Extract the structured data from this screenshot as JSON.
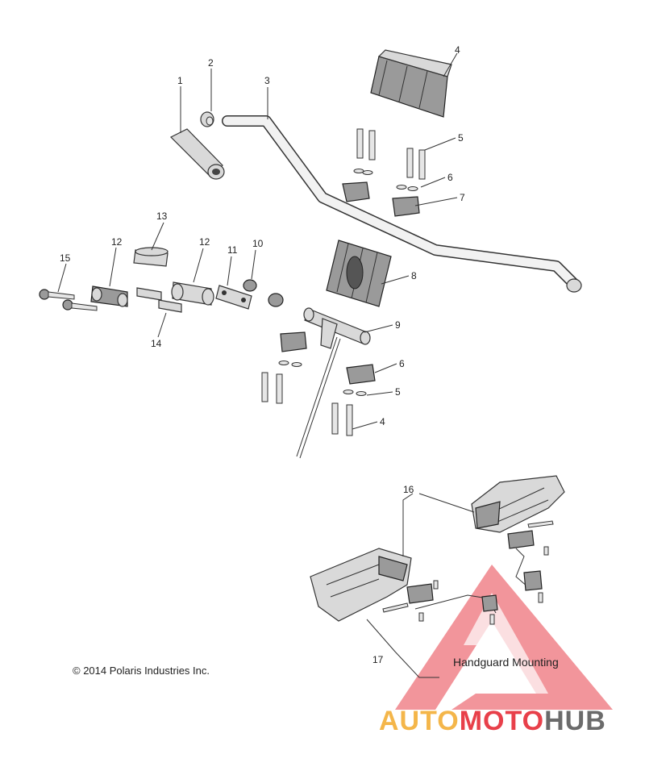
{
  "diagram": {
    "callouts": [
      "1",
      "2",
      "3",
      "4",
      "5",
      "6",
      "7",
      "8",
      "9",
      "10",
      "11",
      "12",
      "12",
      "13",
      "14",
      "15",
      "6",
      "5",
      "4",
      "16",
      "17"
    ],
    "copyright": "© 2014 Polaris Industries Inc.",
    "inset_caption": "Handguard Mounting"
  },
  "watermark": {
    "part1": "AUTO",
    "part2": "MOTO",
    "part3": "HUB",
    "color1": "#f4b64a",
    "color2": "#e8404a",
    "color3": "#6b6b6b"
  }
}
